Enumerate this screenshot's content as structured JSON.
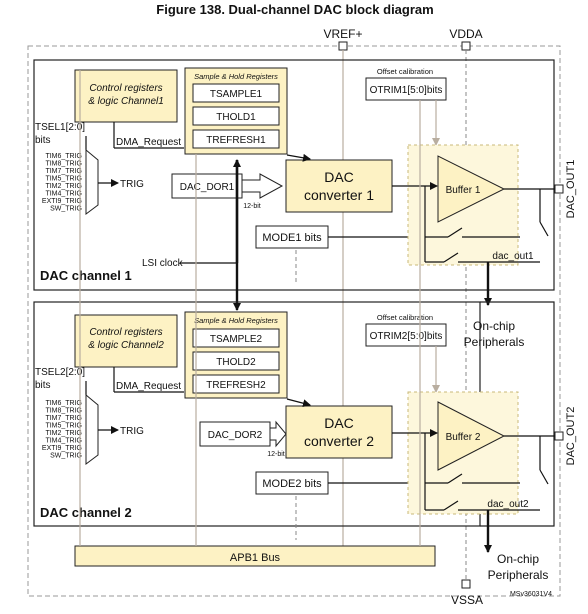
{
  "figure_title": "Figure 138. Dual-channel DAC block diagram",
  "top_pins": {
    "vref": "VREF+",
    "vdda": "VDDA"
  },
  "bottom_pin": "VSSA",
  "watermark_id": "MSv36031V4",
  "lsi_clock": "LSI clock",
  "apb_bus": "APB1 Bus",
  "channel1": {
    "label": "DAC channel 1",
    "control": {
      "line1": "Control registers",
      "line2": "& logic Channel1"
    },
    "sh_title": "Sample & Hold Registers",
    "sh_regs": [
      "TSAMPLE1",
      "THOLD1",
      "TREFRESH1"
    ],
    "offset_cal": "Offset calibration",
    "otrim": "OTRIM1[5:0]bits",
    "tsel": {
      "line1": "TSEL1[2:0]",
      "line2": "bits"
    },
    "triggers": [
      "TIM6_TRIG",
      "TIM8_TRIG",
      "TIM7_TRIG",
      "TIM5_TRIG",
      "TIM2_TRIG",
      "TIM4_TRIG",
      "EXTI9_TRIG",
      "SW_TRIG"
    ],
    "trig": "TRIG",
    "dma": "DMA_Request",
    "dor": "DAC_DOR1",
    "bits12": "12-bit",
    "converter": {
      "line1": "DAC",
      "line2": "converter 1"
    },
    "mode": "MODE1 bits",
    "buffer": "Buffer 1",
    "out": "DAC_OUT1",
    "dac_out": "dac_out1",
    "onchip": {
      "line1": "On-chip",
      "line2": "Peripherals"
    }
  },
  "channel2": {
    "label": "DAC channel 2",
    "control": {
      "line1": "Control registers",
      "line2": "& logic Channel2"
    },
    "sh_title": "Sample & Hold Registers",
    "sh_regs": [
      "TSAMPLE2",
      "THOLD2",
      "TREFRESH2"
    ],
    "offset_cal": "Offset calibration",
    "otrim": "OTRIM2[5:0]bits",
    "tsel": {
      "line1": "TSEL2[2:0]",
      "line2": "bits"
    },
    "triggers": [
      "TIM6_TRIG",
      "TIM8_TRIG",
      "TIM7_TRIG",
      "TIM5_TRIG",
      "TIM2_TRIG",
      "TIM4_TRIG",
      "EXTI9_TRIG",
      "SW_TRIG"
    ],
    "trig": "TRIG",
    "dma": "DMA_Request",
    "dor": "DAC_DOR2",
    "bits12": "12-bit",
    "converter": {
      "line1": "DAC",
      "line2": "converter 2"
    },
    "mode": "MODE2 bits",
    "buffer": "Buffer 2",
    "out": "DAC_OUT2",
    "dac_out": "dac_out2",
    "onchip": {
      "line1": "On-chip",
      "line2": "Peripherals"
    }
  }
}
